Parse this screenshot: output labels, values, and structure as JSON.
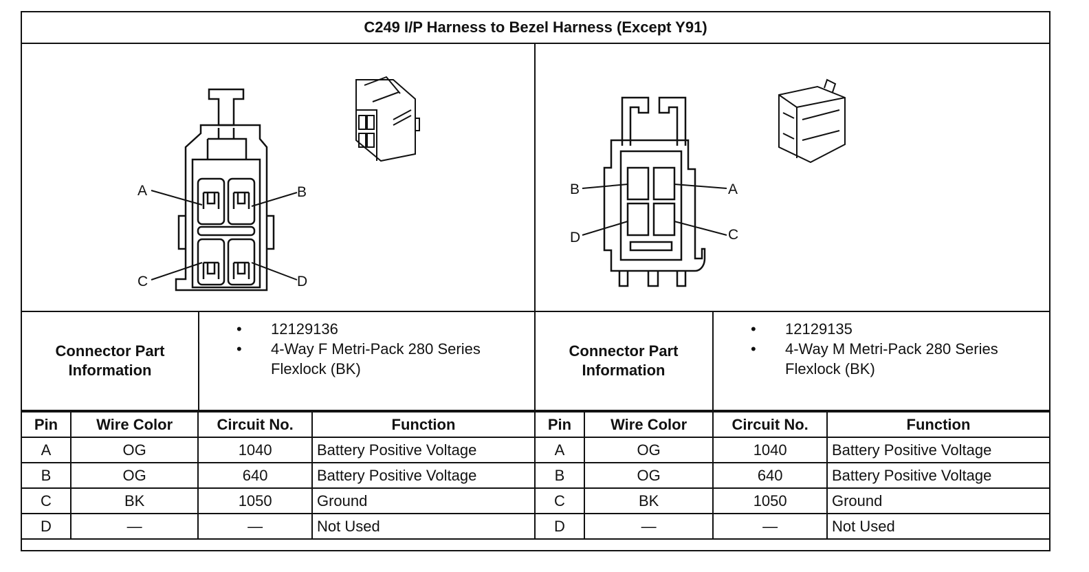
{
  "title": "C249 I/P Harness to Bezel Harness (Except Y91)",
  "connectors": [
    {
      "callouts": {
        "a": "A",
        "b": "B",
        "c": "C",
        "d": "D"
      },
      "info_label": "Connector Part Information",
      "info_items": [
        "12129136",
        "4-Way F Metri-Pack 280 Series Flexlock (BK)"
      ],
      "headers": {
        "pin": "Pin",
        "wire_color": "Wire Color",
        "circuit": "Circuit No.",
        "function": "Function"
      },
      "rows": [
        {
          "pin": "A",
          "wire_color": "OG",
          "circuit": "1040",
          "function": "Battery Positive Voltage"
        },
        {
          "pin": "B",
          "wire_color": "OG",
          "circuit": "640",
          "function": "Battery Positive Voltage"
        },
        {
          "pin": "C",
          "wire_color": "BK",
          "circuit": "1050",
          "function": "Ground"
        },
        {
          "pin": "D",
          "wire_color": "—",
          "circuit": "—",
          "function": "Not Used"
        }
      ]
    },
    {
      "callouts": {
        "a": "A",
        "b": "B",
        "c": "C",
        "d": "D"
      },
      "info_label": "Connector Part Information",
      "info_items": [
        "12129135",
        "4-Way M Metri-Pack 280 Series Flexlock (BK)"
      ],
      "headers": {
        "pin": "Pin",
        "wire_color": "Wire Color",
        "circuit": "Circuit No.",
        "function": "Function"
      },
      "rows": [
        {
          "pin": "A",
          "wire_color": "OG",
          "circuit": "1040",
          "function": "Battery Positive Voltage"
        },
        {
          "pin": "B",
          "wire_color": "OG",
          "circuit": "640",
          "function": "Battery Positive Voltage"
        },
        {
          "pin": "C",
          "wire_color": "BK",
          "circuit": "1050",
          "function": "Ground"
        },
        {
          "pin": "D",
          "wire_color": "—",
          "circuit": "—",
          "function": "Not Used"
        }
      ]
    }
  ]
}
